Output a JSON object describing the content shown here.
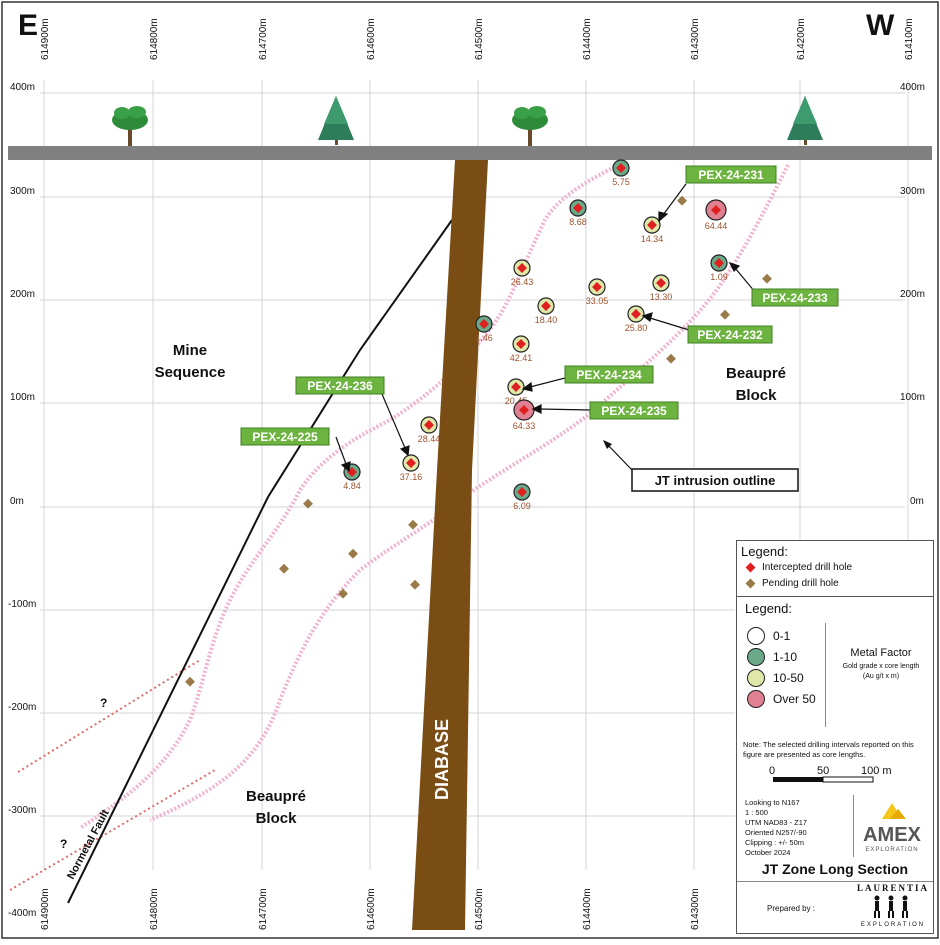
{
  "compass": {
    "left": "E",
    "right": "W"
  },
  "x_axis_labels": [
    "614900m",
    "614800m",
    "614700m",
    "614600m",
    "614500m",
    "614400m",
    "614300m",
    "614200m",
    "614100m"
  ],
  "y_axis_labels": [
    "400m",
    "300m",
    "200m",
    "100m",
    "0m",
    "-100m",
    "-200m",
    "-300m",
    "-400m"
  ],
  "y_axis_labels_right": [
    "400m",
    "300m",
    "200m",
    "100m",
    "0m"
  ],
  "colors": {
    "surface": "#808080",
    "diabase": "#7a4d14",
    "tag_green": "#6db33f",
    "intercept": "#e02020",
    "pending": "#9b7a4a",
    "circle_1_10": "#6aaa8a",
    "circle_10_50": "#dfe8a8",
    "circle_over50": "#e08090",
    "circle_0_1": "#ffffff",
    "intrusion": "#f3b6d3"
  },
  "drill_values": [
    {
      "label": "5.75",
      "mf": "1-10"
    },
    {
      "label": "8.68",
      "mf": "1-10"
    },
    {
      "label": "14.34",
      "mf": "10-50"
    },
    {
      "label": "64.44",
      "mf": "Over 50"
    },
    {
      "label": "26.43",
      "mf": "10-50"
    },
    {
      "label": "1.09",
      "mf": "1-10"
    },
    {
      "label": "33.05",
      "mf": "10-50"
    },
    {
      "label": "13.30",
      "mf": "10-50"
    },
    {
      "label": "18.40",
      "mf": "10-50"
    },
    {
      "label": "25.80",
      "mf": "10-50"
    },
    {
      "label": "1.46",
      "mf": "1-10"
    },
    {
      "label": "42.41",
      "mf": "10-50"
    },
    {
      "label": "20.45",
      "mf": "10-50"
    },
    {
      "label": "64.33",
      "mf": "Over 50"
    },
    {
      "label": "28.44",
      "mf": "10-50"
    },
    {
      "label": "4.84",
      "mf": "1-10"
    },
    {
      "label": "37.16",
      "mf": "10-50"
    },
    {
      "label": "6.09",
      "mf": "1-10"
    }
  ],
  "hole_tags": [
    "PEX-24-231",
    "PEX-24-233",
    "PEX-24-232",
    "PEX-24-234",
    "PEX-24-235",
    "PEX-24-236",
    "PEX-24-225"
  ],
  "region_labels": {
    "mine_sequence_1": "Mine",
    "mine_sequence_2": "Sequence",
    "beaupre_top_1": "Beaupré",
    "beaupre_top_2": "Block",
    "beaupre_bottom_1": "Beaupré",
    "beaupre_bottom_2": "Block",
    "diabase": "DIABASE",
    "fault": "Normetal Fault",
    "question": "?",
    "intrusion_box": "JT intrusion outline"
  },
  "legend1": {
    "title": "Legend:",
    "intercepted": "Intercepted drill hole",
    "pending": "Pending drill hole"
  },
  "legend2": {
    "title": "Legend:",
    "ranges": [
      "0-1",
      "1-10",
      "10-50",
      "Over 50"
    ],
    "metal_factor": "Metal Factor",
    "mf_desc1": "Gold grade x core length",
    "mf_desc2": "(Au g/t x m)",
    "note": "Note: The selected drilling intervals reported on this figure are presented  as core lengths.",
    "scale_0": "0",
    "scale_50": "50",
    "scale_100": "100 m"
  },
  "info": {
    "lines": [
      "Looking to N167",
      "1 : 500",
      "UTM NAD83 - Z17",
      "Oriented N257/-90",
      "Clipping : +/- 50m",
      "October 2024"
    ],
    "amex": "AMEX",
    "amex_sub": "EXPLORATION",
    "section_title": "JT Zone Long Section",
    "prepared_by": "Prepared by :",
    "laurentia": "LAURENTIA",
    "laurentia_sub": "EXPLORATION"
  }
}
